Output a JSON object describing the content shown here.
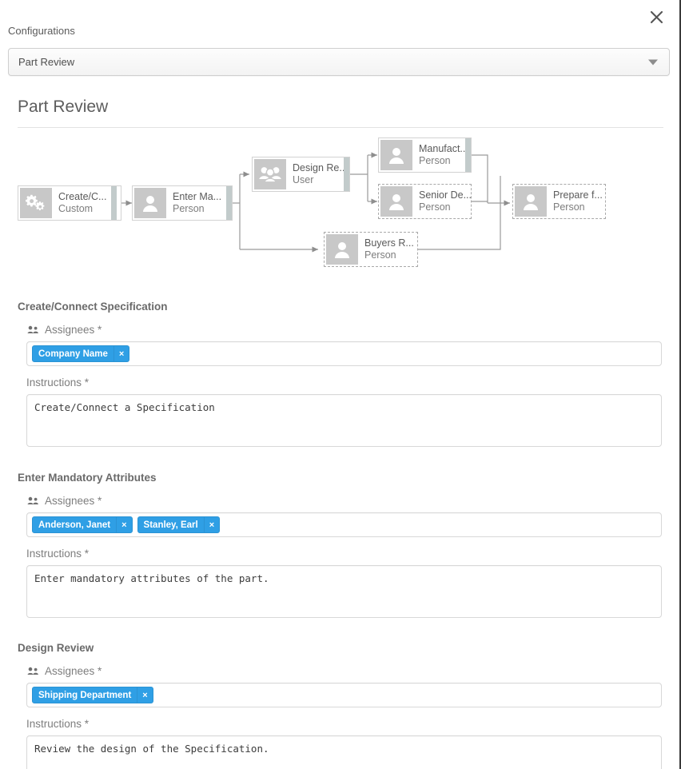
{
  "header": {
    "close_icon": "close-icon",
    "configurations_label": "Configurations",
    "selected_configuration": "Part Review",
    "dropdown_icon": "chevron-down-icon"
  },
  "page_title": "Part Review",
  "diagram": {
    "nodes": [
      {
        "name": "Create/C...",
        "type": "Custom",
        "icon": "gears-icon",
        "style": "solid",
        "accent": true
      },
      {
        "name": "Enter Ma...",
        "type": "Person",
        "icon": "person-icon",
        "style": "solid",
        "accent": true
      },
      {
        "name": "Design Re...",
        "type": "User",
        "icon": "group-icon",
        "style": "solid",
        "accent": true
      },
      {
        "name": "Manufact...",
        "type": "Person",
        "icon": "person-icon",
        "style": "solid",
        "accent": true
      },
      {
        "name": "Senior De...",
        "type": "Person",
        "icon": "person-icon",
        "style": "dashed",
        "accent": false
      },
      {
        "name": "Buyers R...",
        "type": "Person",
        "icon": "person-icon",
        "style": "dashed",
        "accent": false
      },
      {
        "name": "Prepare f...",
        "type": "Person",
        "icon": "person-icon",
        "style": "dashed",
        "accent": false
      }
    ]
  },
  "sections": [
    {
      "title": "Create/Connect Specification",
      "assignees_label": "Assignees *",
      "assignees_icon": "people-icon",
      "tags": [
        "Company Name"
      ],
      "tag_remove_label": "×",
      "instructions_label": "Instructions *",
      "instructions_value": "Create/Connect a Specification"
    },
    {
      "title": "Enter Mandatory Attributes",
      "assignees_label": "Assignees *",
      "assignees_icon": "people-icon",
      "tags": [
        "Anderson, Janet",
        "Stanley, Earl"
      ],
      "tag_remove_label": "×",
      "instructions_label": "Instructions *",
      "instructions_value": "Enter mandatory attributes of the part."
    },
    {
      "title": "Design Review",
      "assignees_label": "Assignees *",
      "assignees_icon": "people-icon",
      "tags": [
        "Shipping Department"
      ],
      "tag_remove_label": "×",
      "instructions_label": "Instructions *",
      "instructions_value": "Review the design of the Specification."
    }
  ],
  "colors": {
    "tag_blue": "#2f9fe5",
    "node_icon_grey": "#c8c8c8",
    "node_accent": "#c2cbcb",
    "text_grey": "#6a6a6a"
  }
}
